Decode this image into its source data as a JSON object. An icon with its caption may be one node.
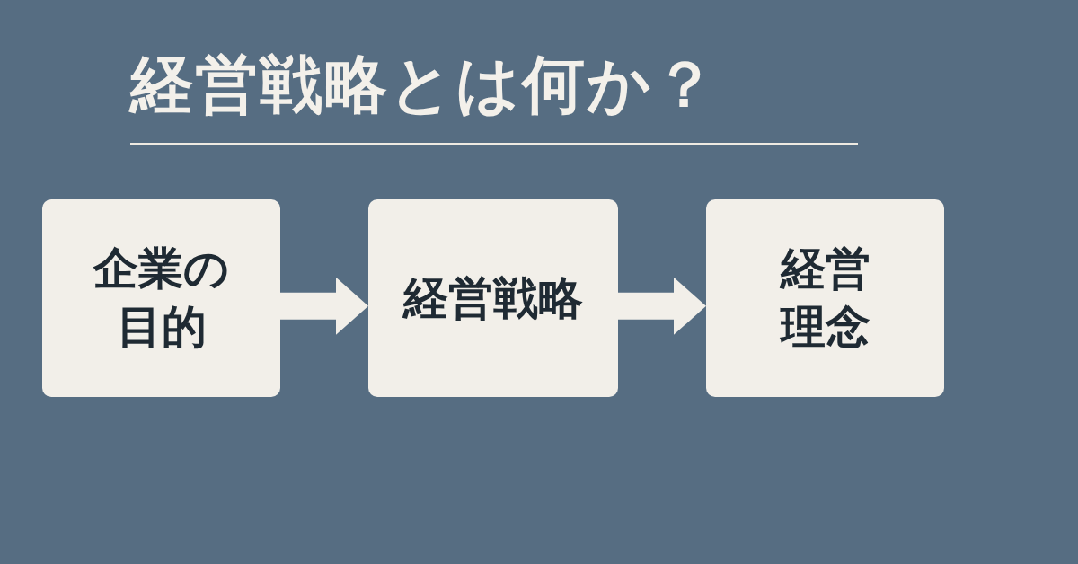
{
  "diagram": {
    "title": "経営戦略とは何か？",
    "nodes": [
      {
        "text": [
          "企業の目的"
        ]
      },
      {
        "text": [
          "経営戦略"
        ]
      },
      {
        "text": [
          "経営理念"
        ]
      }
    ],
    "edges": [
      {
        "from": 0,
        "to": 1,
        "arrow": "to"
      },
      {
        "from": 1,
        "to": 2,
        "arrow": "to"
      }
    ]
  }
}
